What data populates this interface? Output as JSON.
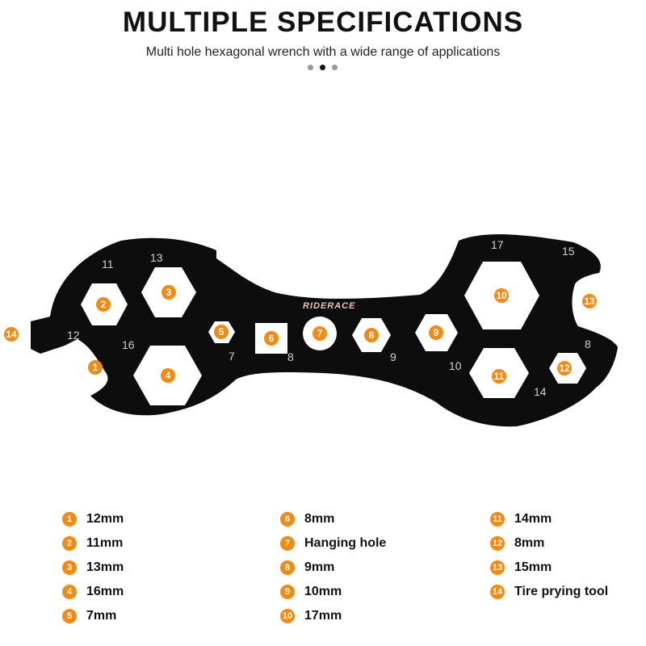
{
  "header": {
    "title": "MULTIPLE SPECIFICATIONS",
    "subtitle": "Multi hole hexagonal wrench with a wide range of applications"
  },
  "carousel": {
    "dot_count": 3,
    "active_index": 1
  },
  "wrench": {
    "brand": "RIDERACE",
    "size_numbers": [
      "11",
      "13",
      "12",
      "16",
      "7",
      "8",
      "9",
      "10",
      "17",
      "15",
      "8",
      "14"
    ],
    "badge_numbers": [
      "1",
      "2",
      "3",
      "4",
      "5",
      "6",
      "7",
      "8",
      "9",
      "10",
      "11",
      "12",
      "13",
      "14"
    ]
  },
  "legend": {
    "columns": [
      [
        {
          "num": "1",
          "label": "12mm"
        },
        {
          "num": "2",
          "label": "11mm"
        },
        {
          "num": "3",
          "label": "13mm"
        },
        {
          "num": "4",
          "label": "16mm"
        },
        {
          "num": "5",
          "label": "7mm"
        }
      ],
      [
        {
          "num": "6",
          "label": "8mm"
        },
        {
          "num": "7",
          "label": "Hanging hole"
        },
        {
          "num": "8",
          "label": "9mm"
        },
        {
          "num": "9",
          "label": "10mm"
        },
        {
          "num": "10",
          "label": "17mm"
        }
      ],
      [
        {
          "num": "11",
          "label": "14mm"
        },
        {
          "num": "12",
          "label": "8mm"
        },
        {
          "num": "13",
          "label": "15mm"
        },
        {
          "num": "14",
          "label": "Tire prying tool"
        }
      ]
    ]
  },
  "colors": {
    "accent": "#f28a14",
    "wrench": "#0d0d0d",
    "text": "#111111"
  }
}
